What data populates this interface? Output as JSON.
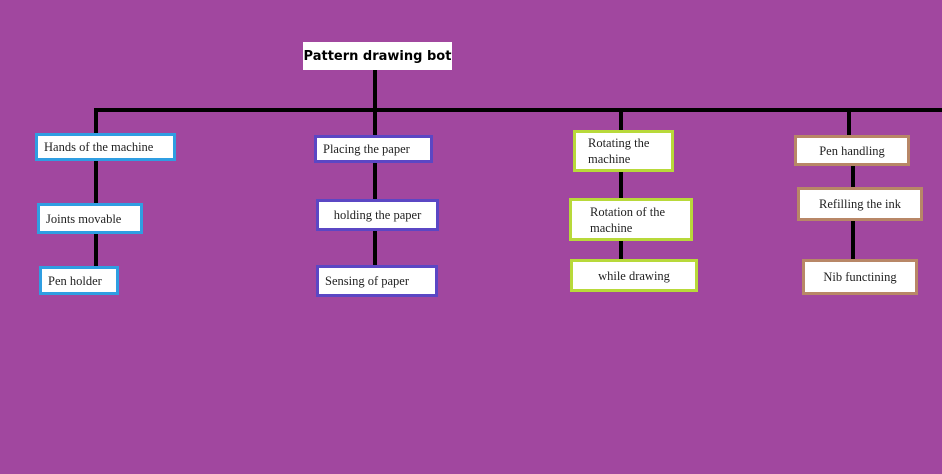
{
  "root": {
    "label": "Pattern drawing bot"
  },
  "branches": [
    {
      "title": "Hands of the machine",
      "children": [
        "Joints movable",
        "Pen holder"
      ]
    },
    {
      "title": "Placing the paper",
      "children": [
        "holding the paper",
        "Sensing of paper"
      ]
    },
    {
      "title": "Rotating the machine",
      "children": [
        "Rotation of the machine",
        "while drawing"
      ]
    },
    {
      "title": "Pen handling",
      "children": [
        "Refilling the ink",
        "Nib functining"
      ]
    }
  ],
  "colors": {
    "background": "#a1479f",
    "branch1": "#2f9ee2",
    "branch2": "#5b47c4",
    "branch3": "#b8d93a",
    "branch4": "#b88767"
  }
}
